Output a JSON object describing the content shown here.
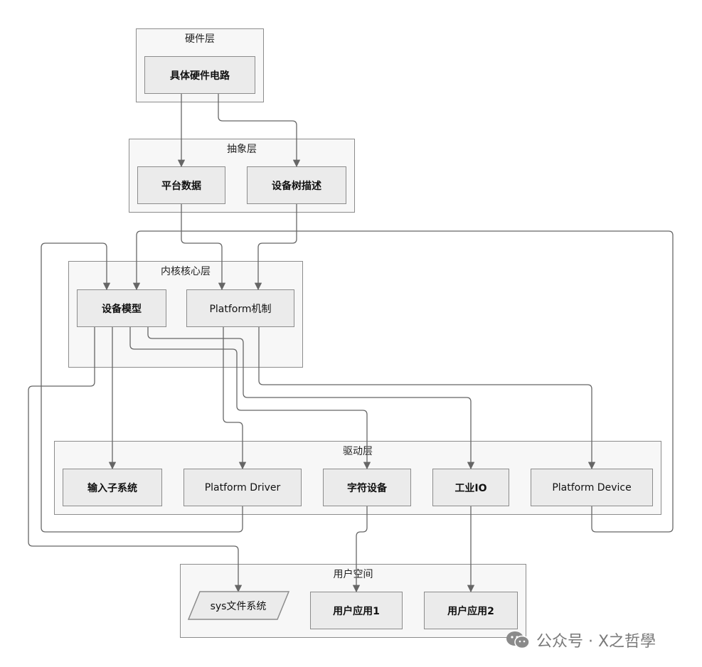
{
  "groups": {
    "hardware": "硬件层",
    "abstract": "抽象层",
    "kernel": "内核核心层",
    "driver": "驱动层",
    "user": "用户空间"
  },
  "nodes": {
    "circuit": "具体硬件电路",
    "platform_data": "平台数据",
    "device_tree": "设备树描述",
    "device_model": "设备模型",
    "platform_mech": "Platform机制",
    "input_subsystem": "输入子系统",
    "platform_driver": "Platform Driver",
    "char_device": "字符设备",
    "industrial_io": "工业IO",
    "platform_device": "Platform Device",
    "sysfs": "sys文件系统",
    "user_app1": "用户应用1",
    "user_app2": "用户应用2"
  },
  "watermark": {
    "text": "公众号 · X之哲學",
    "icon": "wechat-icon"
  },
  "colors": {
    "group_fill": "#f7f7f7",
    "node_fill": "#ebebeb",
    "border": "#8c8c8c",
    "edge": "#666666"
  }
}
